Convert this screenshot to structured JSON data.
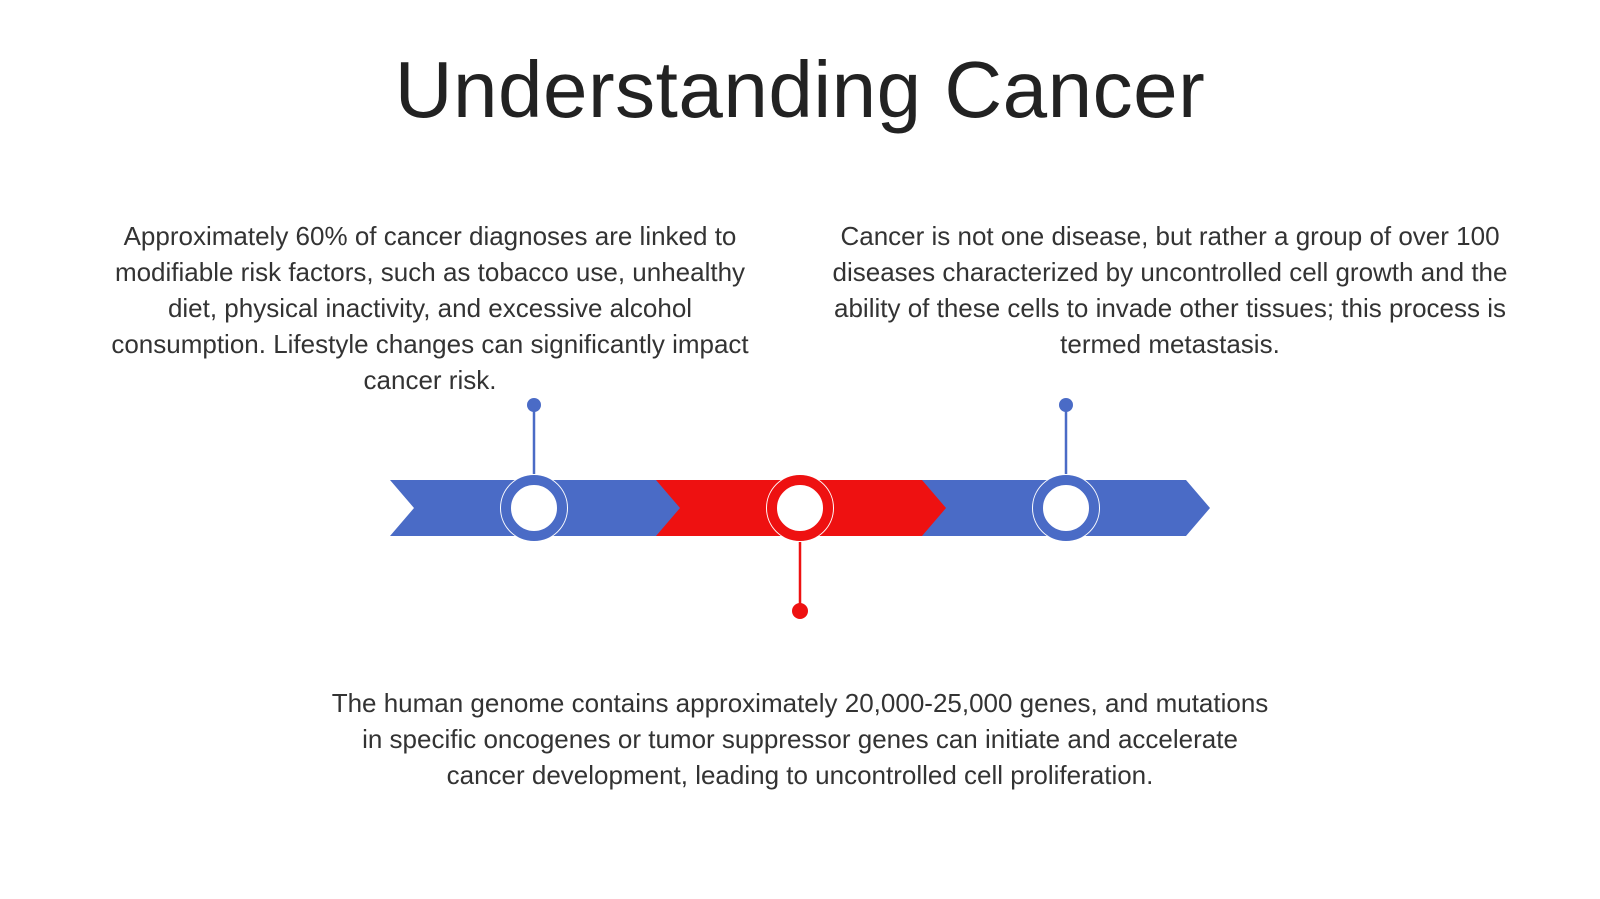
{
  "title": "Understanding Cancer",
  "blocks": {
    "left": "Approximately 60% of cancer diagnoses are linked to modifiable risk factors, such as tobacco use, unhealthy diet, physical inactivity, and excessive alcohol consumption.  Lifestyle changes can significantly impact cancer risk.",
    "right": "Cancer is not one disease, but rather a group of over 100 diseases characterized by uncontrolled cell growth and the ability of these cells to invade other tissues; this process is termed metastasis.",
    "bottom": "The human genome contains approximately 20,000-25,000 genes, and mutations in specific oncogenes or tumor suppressor genes can initiate and accelerate cancer development, leading to uncontrolled cell proliferation."
  },
  "colors": {
    "blue": "#4a6bc6",
    "red": "#ee1111"
  },
  "timeline": {
    "segments": [
      {
        "name": "segment-1",
        "color": "blue"
      },
      {
        "name": "segment-2",
        "color": "red"
      },
      {
        "name": "segment-3",
        "color": "blue"
      }
    ],
    "milestones": [
      {
        "name": "milestone-1",
        "color": "blue",
        "connector": "up"
      },
      {
        "name": "milestone-2",
        "color": "red",
        "connector": "down"
      },
      {
        "name": "milestone-3",
        "color": "blue",
        "connector": "up"
      }
    ]
  }
}
